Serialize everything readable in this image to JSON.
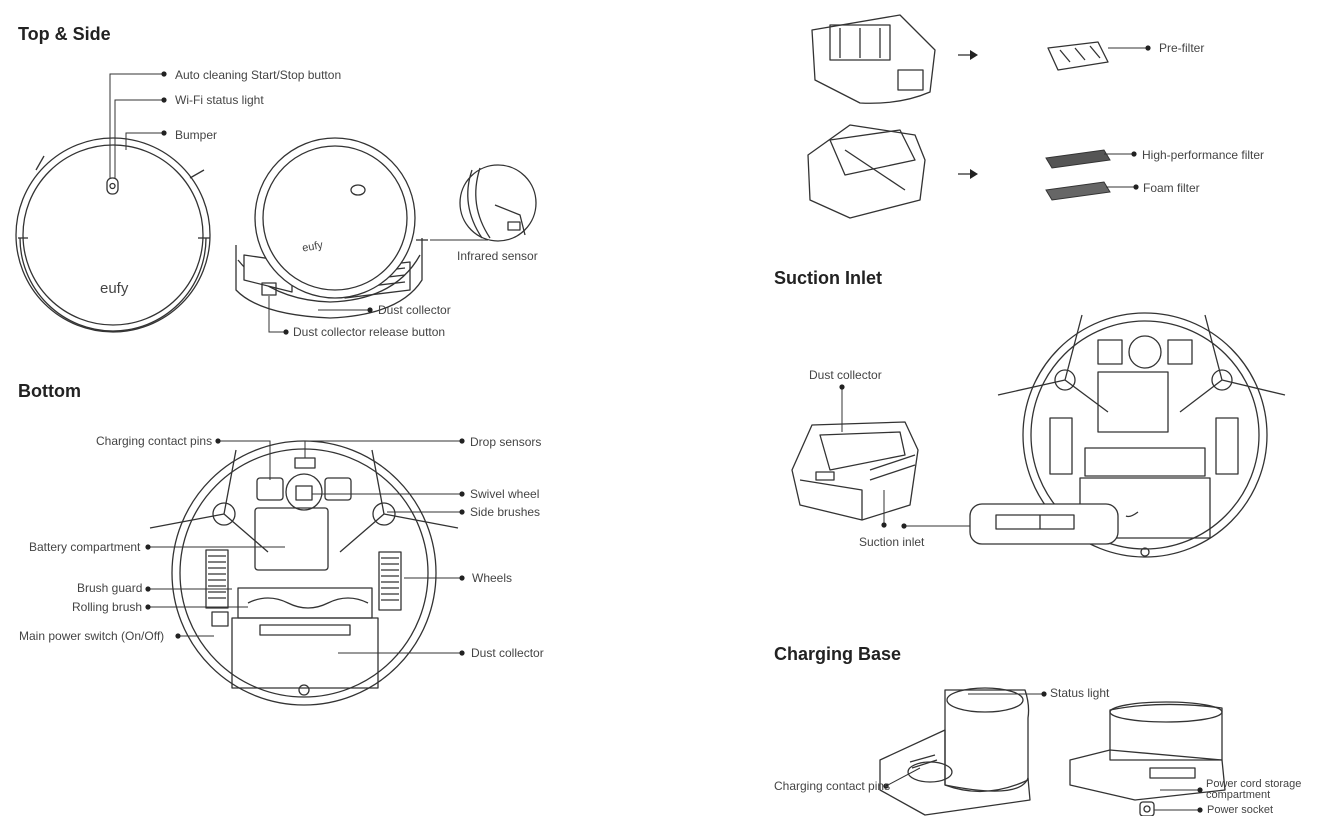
{
  "sections": {
    "top_side": "Top & Side",
    "bottom": "Bottom",
    "suction_inlet": "Suction Inlet",
    "charging_base": "Charging Base"
  },
  "brand_logo": "eufy",
  "top_side_labels": {
    "auto_clean": "Auto cleaning Start/Stop button",
    "wifi": "Wi-Fi status light",
    "bumper": "Bumper",
    "infrared": "Infrared sensor",
    "dust_collector": "Dust collector",
    "release": "Dust collector release button"
  },
  "bottom_labels": {
    "charging_pins": "Charging contact pins",
    "drop_sensors": "Drop sensors",
    "swivel": "Swivel wheel",
    "side_brushes": "Side brushes",
    "battery": "Battery compartment",
    "wheels": "Wheels",
    "brush_guard": "Brush guard",
    "rolling_brush": "Rolling brush",
    "power_switch": "Main power switch (On/Off)",
    "dust_collector": "Dust collector"
  },
  "filter_labels": {
    "pre_filter": "Pre-filter",
    "hepa": "High-performance filter",
    "foam": "Foam filter"
  },
  "suction_labels": {
    "dust_collector": "Dust collector",
    "suction_inlet": "Suction inlet"
  },
  "charging_labels": {
    "status_light": "Status light",
    "pins": "Charging contact pins",
    "cord_storage_1": "Power cord storage",
    "cord_storage_2": "compartment",
    "power_socket": "Power socket"
  }
}
